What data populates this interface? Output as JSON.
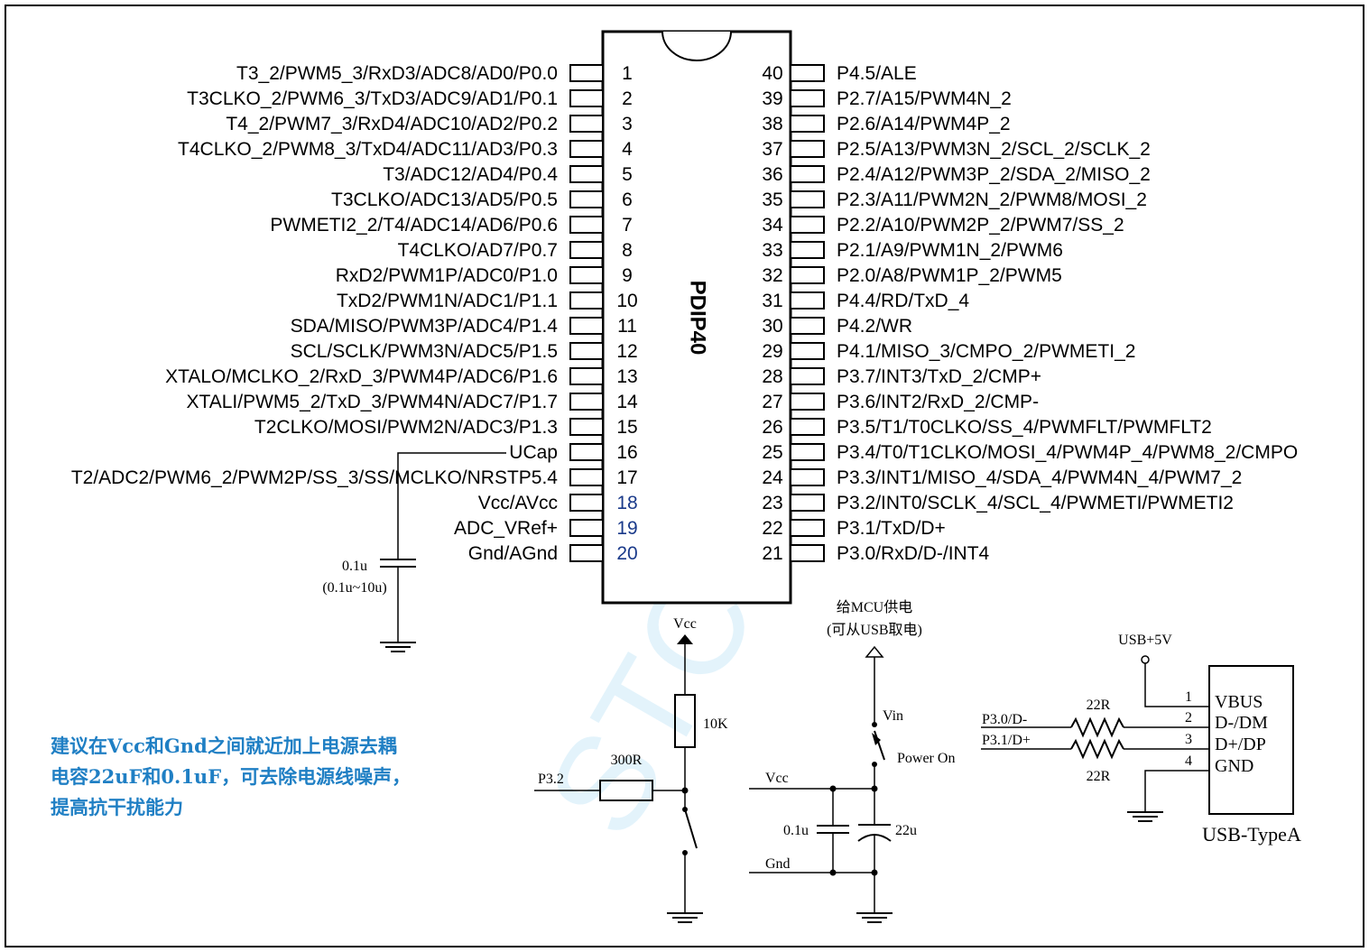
{
  "chip": {
    "package": "PDIP40",
    "left_pins": [
      {
        "num": "1",
        "label": "T3_2/PWM5_3/RxD3/ADC8/AD0/P0.0"
      },
      {
        "num": "2",
        "label": "T3CLKO_2/PWM6_3/TxD3/ADC9/AD1/P0.1"
      },
      {
        "num": "3",
        "label": "T4_2/PWM7_3/RxD4/ADC10/AD2/P0.2"
      },
      {
        "num": "4",
        "label": "T4CLKO_2/PWM8_3/TxD4/ADC11/AD3/P0.3"
      },
      {
        "num": "5",
        "label": "T3/ADC12/AD4/P0.4"
      },
      {
        "num": "6",
        "label": "T3CLKO/ADC13/AD5/P0.5"
      },
      {
        "num": "7",
        "label": "PWMETI2_2/T4/ADC14/AD6/P0.6"
      },
      {
        "num": "8",
        "label": "T4CLKO/AD7/P0.7"
      },
      {
        "num": "9",
        "label": "RxD2/PWM1P/ADC0/P1.0"
      },
      {
        "num": "10",
        "label": "TxD2/PWM1N/ADC1/P1.1"
      },
      {
        "num": "11",
        "label": "SDA/MISO/PWM3P/ADC4/P1.4"
      },
      {
        "num": "12",
        "label": "SCL/SCLK/PWM3N/ADC5/P1.5"
      },
      {
        "num": "13",
        "label": "XTALO/MCLKO_2/RxD_3/PWM4P/ADC6/P1.6"
      },
      {
        "num": "14",
        "label": "XTALI/PWM5_2/TxD_3/PWM4N/ADC7/P1.7"
      },
      {
        "num": "15",
        "label": "T2CLKO/MOSI/PWM2N/ADC3/P1.3"
      },
      {
        "num": "16",
        "label": "UCap"
      },
      {
        "num": "17",
        "label": "T2/ADC2/PWM6_2/PWM2P/SS_3/SS/MCLKO/NRSTP5.4"
      },
      {
        "num": "18",
        "label": "Vcc/AVcc"
      },
      {
        "num": "19",
        "label": "ADC_VRef+"
      },
      {
        "num": "20",
        "label": "Gnd/AGnd"
      }
    ],
    "right_pins": [
      {
        "num": "40",
        "label": "P4.5/ALE"
      },
      {
        "num": "39",
        "label": "P2.7/A15/PWM4N_2"
      },
      {
        "num": "38",
        "label": "P2.6/A14/PWM4P_2"
      },
      {
        "num": "37",
        "label": "P2.5/A13/PWM3N_2/SCL_2/SCLK_2"
      },
      {
        "num": "36",
        "label": "P2.4/A12/PWM3P_2/SDA_2/MISO_2"
      },
      {
        "num": "35",
        "label": "P2.3/A11/PWM2N_2/PWM8/MOSI_2"
      },
      {
        "num": "34",
        "label": "P2.2/A10/PWM2P_2/PWM7/SS_2"
      },
      {
        "num": "33",
        "label": "P2.1/A9/PWM1N_2/PWM6"
      },
      {
        "num": "32",
        "label": "P2.0/A8/PWM1P_2/PWM5"
      },
      {
        "num": "31",
        "label": "P4.4/RD/TxD_4"
      },
      {
        "num": "30",
        "label": "P4.2/WR"
      },
      {
        "num": "29",
        "label": "P4.1/MISO_3/CMPO_2/PWMETI_2"
      },
      {
        "num": "28",
        "label": "P3.7/INT3/TxD_2/CMP+"
      },
      {
        "num": "27",
        "label": "P3.6/INT2/RxD_2/CMP-"
      },
      {
        "num": "26",
        "label": "P3.5/T1/T0CLKO/SS_4/PWMFLT/PWMFLT2"
      },
      {
        "num": "25",
        "label": "P3.4/T0/T1CLKO/MOSI_4/PWM4P_4/PWM8_2/CMPO"
      },
      {
        "num": "24",
        "label": "P3.3/INT1/MISO_4/SDA_4/PWM4N_4/PWM7_2"
      },
      {
        "num": "23",
        "label": "P3.2/INT0/SCLK_4/SCL_4/PWMETI/PWMETI2"
      },
      {
        "num": "22",
        "label": "P3.1/TxD/D+"
      },
      {
        "num": "21",
        "label": "P3.0/RxD/D-/INT4"
      }
    ]
  },
  "ucap_circuit": {
    "cap_value": "0.1u",
    "cap_range": "(0.1u~10u)"
  },
  "reset_circuit": {
    "vcc_label": "Vcc",
    "resistor_pullup": "10K",
    "resistor_series": "300R",
    "port_label": "P3.2"
  },
  "power_circuit": {
    "note_line1": "给MCU供电",
    "note_line2": "(可从USB取电)",
    "vin_label": "Vin",
    "switch_label": "Power On",
    "vcc_label": "Vcc",
    "gnd_label": "Gnd",
    "cap_small": "0.1u",
    "cap_large": "22u"
  },
  "usb": {
    "supply_label": "USB+5V",
    "dm_net": "P3.0/D-",
    "dp_net": "P3.1/D+",
    "resistor_top": "22R",
    "resistor_bottom": "22R",
    "connector_label": "USB-TypeA",
    "pins": [
      {
        "num": "1",
        "name": "VBUS"
      },
      {
        "num": "2",
        "name": "D-/DM"
      },
      {
        "num": "3",
        "name": "D+/DP"
      },
      {
        "num": "4",
        "name": "GND"
      }
    ]
  },
  "advice": {
    "line1": "建议在Vcc和Gnd之间就近加上电源去耦",
    "line2": "电容22uF和0.1uF，可去除电源线噪声，",
    "line3": "提高抗干扰能力"
  },
  "watermark": "STC",
  "colors": {
    "advice_text": "#1f7fc4",
    "watermark": "#4ab4e6",
    "blue_pin_number": "#1a3a8a"
  }
}
